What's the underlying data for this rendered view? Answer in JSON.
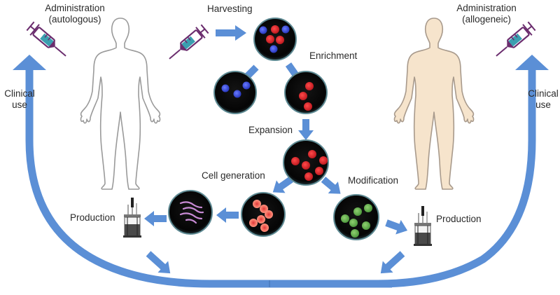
{
  "diagram": {
    "title": "Cell therapy workflow: autologous and allogeneic",
    "labels": {
      "admin_auto_line1": "Administration",
      "admin_auto_line2": "(autologous)",
      "admin_allo_line1": "Administration",
      "admin_allo_line2": "(allogeneic)",
      "harvesting": "Harvesting",
      "enrichment": "Enrichment",
      "expansion": "Expansion",
      "cell_generation": "Cell generation",
      "modification": "Modification",
      "production_left": "Production",
      "production_right": "Production",
      "clinical_left_line1": "Clinical",
      "clinical_left_line2": "use",
      "clinical_right_line1": "Clinical",
      "clinical_right_line2": "use"
    },
    "nodes": [
      {
        "id": "harvest",
        "name": "Harvested mixed cells",
        "cells": "mixed blue and red"
      },
      {
        "id": "depleted",
        "name": "Blue cell fraction",
        "cells": "blue"
      },
      {
        "id": "enriched",
        "name": "Enriched red cells",
        "cells": "red"
      },
      {
        "id": "expanded",
        "name": "Expanded red cells",
        "cells": "red"
      },
      {
        "id": "generated",
        "name": "Generated cells",
        "cells": "salmon"
      },
      {
        "id": "differentiated",
        "name": "Differentiated elongated cells",
        "cells": "pink elongated"
      },
      {
        "id": "modified",
        "name": "Modified cells",
        "cells": "green"
      }
    ],
    "colors": {
      "arrow": "#5b8fd6",
      "syringe": "#6b2d6e",
      "syringe_fluid": "#3a9fb0",
      "body_outline": "#9a9a9a",
      "body_fill_allogeneic": "#f6e4cc",
      "dish": "#0b0b0b",
      "dish_rim": "#5e8a93",
      "cell_blue": "#3b4fd8",
      "cell_red": "#d8262c",
      "cell_salmon": "#f06a5c",
      "cell_green": "#6bb455",
      "cell_pink": "#c98bd6"
    }
  }
}
